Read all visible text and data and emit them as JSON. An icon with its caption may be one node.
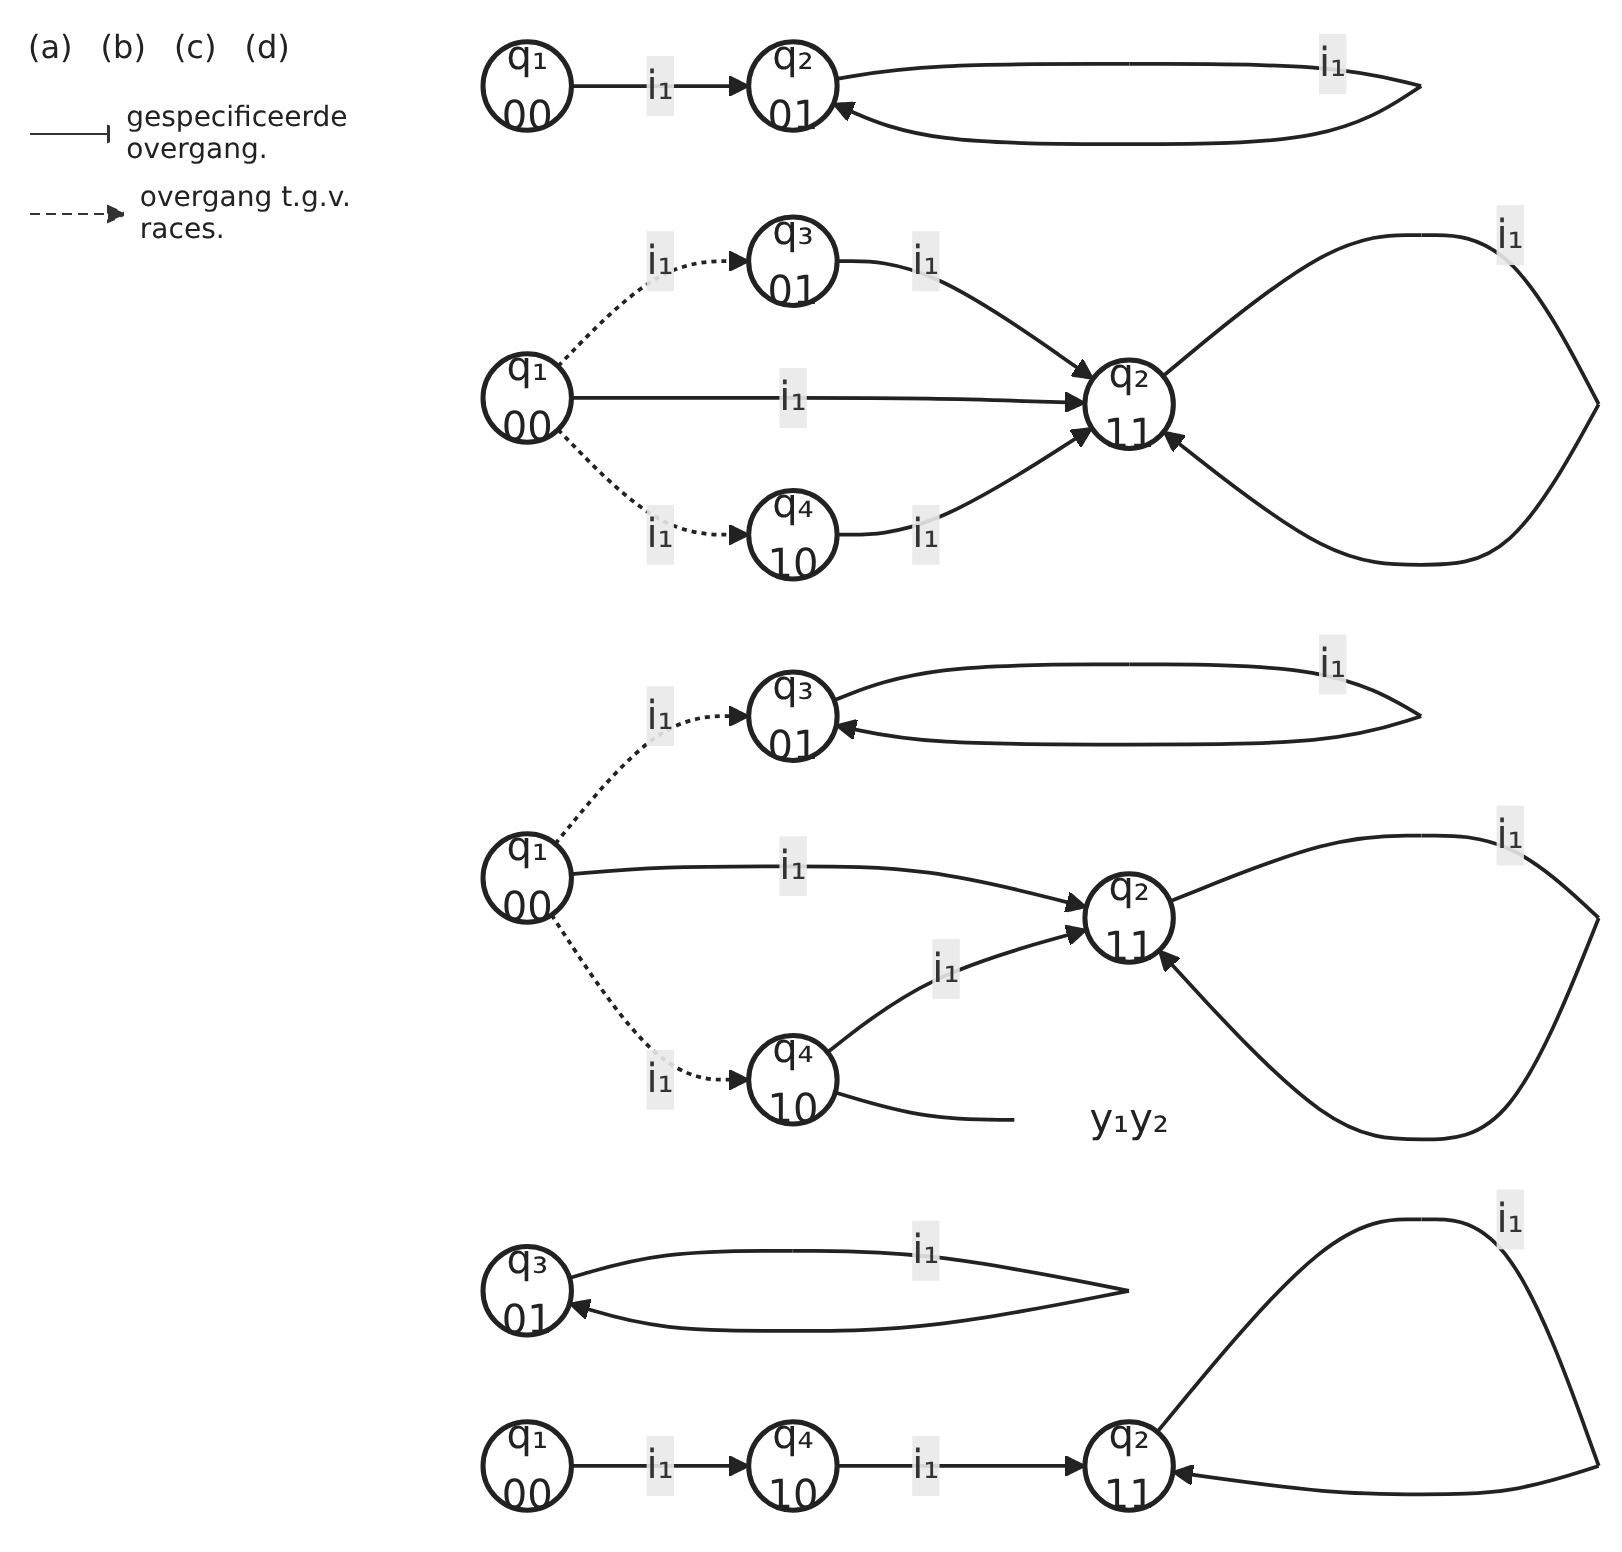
{
  "diagram": {
    "nodes": [
      {
        "text": [
          "q₁",
          "00"
        ]
      },
      {
        "text": [
          "q₂",
          "01"
        ]
      },
      {
        "text": [
          "q₃",
          "01"
        ]
      },
      {
        "text": [
          "q₁",
          "00"
        ]
      },
      {
        "text": [
          "q₂",
          "11"
        ]
      },
      {
        "text": [
          "q₄",
          "10"
        ]
      },
      {
        "text": [
          "q₃",
          "01"
        ]
      },
      {
        "text": [
          "q₁",
          "00"
        ]
      },
      {
        "text": [
          "q₂",
          "11"
        ]
      },
      {
        "text": [
          "q₄",
          "10"
        ]
      },
      {
        "text": [
          "y₁y₂"
        ]
      },
      {
        "text": [
          "q₃",
          "01"
        ]
      },
      {
        "text": [
          "q₁",
          "00"
        ]
      },
      {
        "text": [
          "q₂",
          "11"
        ]
      },
      {
        "text": [
          "q₄",
          "10"
        ]
      }
    ],
    "edges": [
      {
        "from": 0,
        "to": 1,
        "arrow": "to",
        "label": "i₁"
      },
      {
        "from": 1,
        "to": 1,
        "arrow": "to",
        "label": "i₁"
      },
      {
        "from": 3,
        "to": 2,
        "arrow": "to",
        "label": "i₁",
        "style": "dashed"
      },
      {
        "from": 2,
        "to": 4,
        "arrow": "to",
        "label": "i₁"
      },
      {
        "from": 3,
        "to": 4,
        "arrow": "to",
        "label": "i₁"
      },
      {
        "from": 3,
        "to": 5,
        "arrow": "to",
        "label": "i₁",
        "style": "dashed"
      },
      {
        "from": 5,
        "to": 4,
        "arrow": "to",
        "label": "i₁"
      },
      {
        "from": 4,
        "to": 4,
        "arrow": "to",
        "label": "i₁"
      },
      {
        "from": 7,
        "to": 6,
        "arrow": "to",
        "label": "i₁",
        "style": "dashed"
      },
      {
        "from": 6,
        "to": 6,
        "arrow": "to",
        "label": "i₁"
      },
      {
        "from": 7,
        "to": 8,
        "arrow": "to",
        "label": "i₁"
      },
      {
        "from": 7,
        "to": 9,
        "arrow": "to",
        "label": "i₁",
        "style": "dashed"
      },
      {
        "from": 9,
        "to": 8,
        "arrow": "to",
        "label": "i₁"
      },
      {
        "from": 8,
        "to": 8,
        "arrow": "to",
        "label": "i₁"
      },
      {
        "from": 9,
        "to": 10,
        "arrow": "none"
      },
      {
        "from": 11,
        "to": 11,
        "arrow": "to",
        "label": "i₁"
      },
      {
        "from": 12,
        "to": 14,
        "arrow": "to",
        "label": "i₁"
      },
      {
        "from": 14,
        "to": 13,
        "arrow": "to",
        "label": "i₁"
      },
      {
        "from": 13,
        "to": 13,
        "arrow": "to",
        "label": "i₁"
      }
    ],
    "labels": [
      "(a)",
      "(b)",
      "(c)",
      "(d)"
    ],
    "legend": [
      {
        "text": "gespecificeerde overgang."
      },
      {
        "text": "overgang t.g.v. races."
      }
    ]
  }
}
